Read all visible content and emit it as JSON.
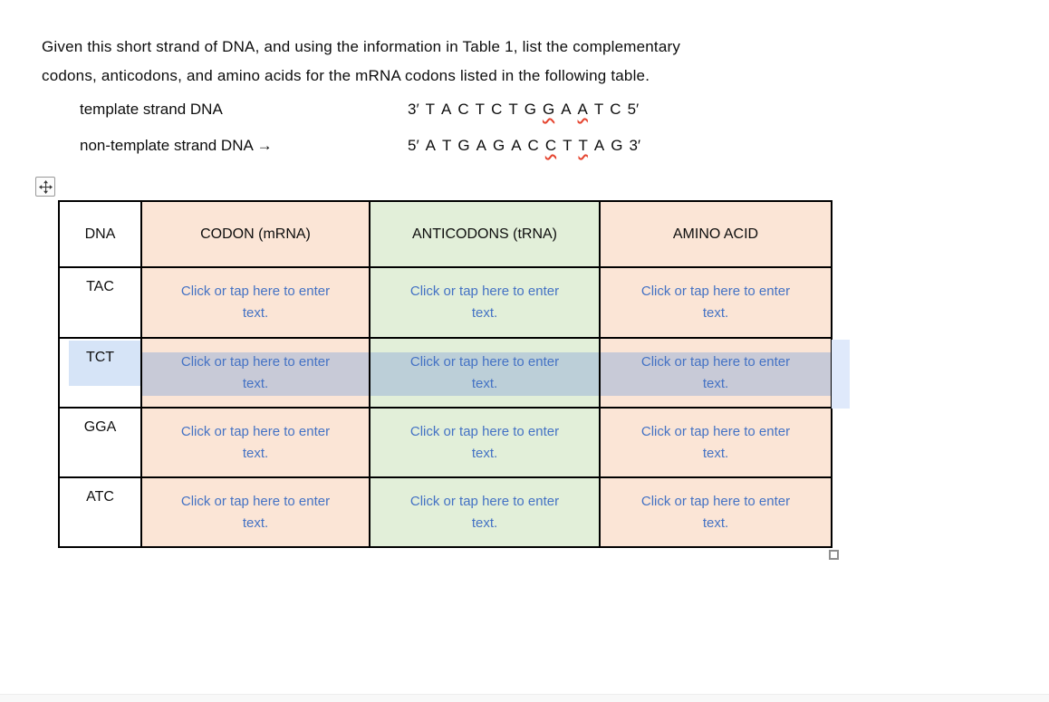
{
  "question": {
    "text": "Given this short strand of DNA, and using the information in Table 1, list the complementary\ncodons, anticodons, and amino acids for the mRNA codons listed in the following table."
  },
  "strands": [
    {
      "label": "template strand DNA",
      "tokens": [
        "3′",
        "T",
        "A",
        "C",
        "T",
        "C",
        "T",
        "G",
        "G",
        "A",
        "A",
        "T",
        "C",
        "5′"
      ],
      "squiggle_token_indices": [
        8,
        10
      ]
    },
    {
      "label": "non-template strand DNA →",
      "tokens": [
        "5′",
        "A",
        "T",
        "G",
        "A",
        "G",
        "A",
        "C",
        "C",
        "T",
        "T",
        "A",
        "G",
        "3′"
      ],
      "squiggle_token_indices": [
        8,
        10
      ]
    }
  ],
  "table": {
    "headers": [
      "DNA",
      "CODON (mRNA)",
      "ANTICODONS (tRNA)",
      "AMINO ACID"
    ],
    "placeholder": "Click or tap here to enter text.",
    "selected_dna_row": "TCT",
    "rows": [
      {
        "dna": "TAC",
        "selected": false
      },
      {
        "dna": "TCT",
        "selected": true
      },
      {
        "dna": "GGA",
        "selected": false
      },
      {
        "dna": "ATC",
        "selected": false
      }
    ]
  },
  "colors": {
    "peach_cell": "#FBE5D6",
    "green_cell": "#E2EFD9",
    "placeholder_blue": "#4472C4",
    "selection_blue": "#D6E4F7",
    "row_selection_strip": "#DFE9FB",
    "squiggle_red": "#E5432E",
    "table_border": "#000000"
  }
}
